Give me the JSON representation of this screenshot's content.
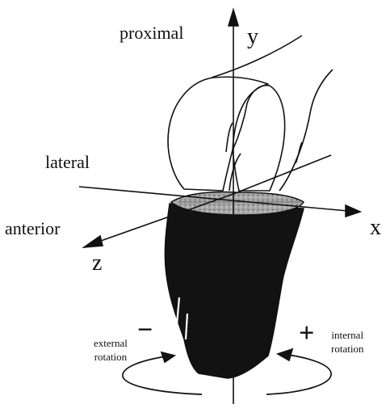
{
  "diagram": {
    "labels": {
      "proximal": "proximal",
      "lateral": "lateral",
      "anterior": "anterior",
      "axis_y": "y",
      "axis_x": "x",
      "axis_z": "z",
      "external_line1": "external",
      "external_line2": "rotation",
      "internal_line1": "internal",
      "internal_line2": "rotation",
      "minus_sign": "−",
      "plus_sign": "+"
    },
    "colors": {
      "ink": "#111111",
      "tibia_fill": "#121212",
      "plateau_fill": "#9a9a9a",
      "background": "#ffffff"
    },
    "icons": {
      "bone": "tibia-femur-knee-joint",
      "rotation": "curved-rotation-arrow"
    }
  }
}
